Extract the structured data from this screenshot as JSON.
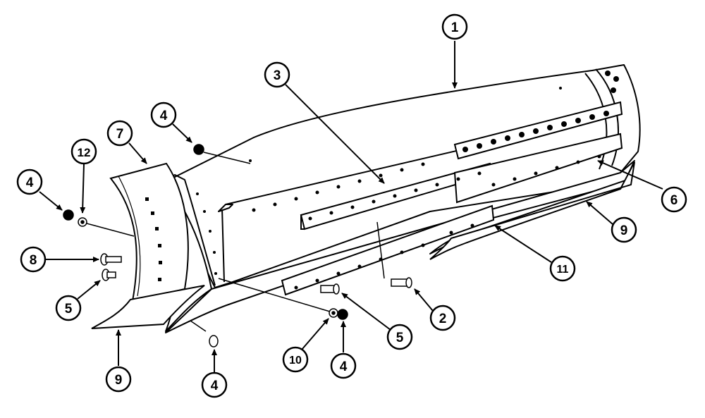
{
  "callouts": {
    "c1": "1",
    "c2": "2",
    "c3": "3",
    "c4a": "4",
    "c4b": "4",
    "c4c": "4",
    "c4d": "4",
    "c5a": "5",
    "c5b": "5",
    "c6": "6",
    "c7": "7",
    "c8": "8",
    "c9a": "9",
    "c9b": "9",
    "c10": "10",
    "c11": "11",
    "c12": "12"
  },
  "colors": {
    "line": "#000000",
    "background": "#ffffff",
    "shade": "#e6e6e6"
  }
}
